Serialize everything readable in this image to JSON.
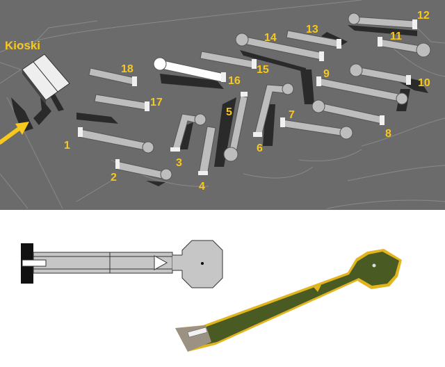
{
  "kiosk_label": "Kioski",
  "holes": [
    {
      "number": "1"
    },
    {
      "number": "2"
    },
    {
      "number": "3"
    },
    {
      "number": "4"
    },
    {
      "number": "5"
    },
    {
      "number": "6"
    },
    {
      "number": "7"
    },
    {
      "number": "8"
    },
    {
      "number": "9"
    },
    {
      "number": "10"
    },
    {
      "number": "11"
    },
    {
      "number": "12"
    },
    {
      "number": "13"
    },
    {
      "number": "14"
    },
    {
      "number": "15"
    },
    {
      "number": "16"
    },
    {
      "number": "17"
    },
    {
      "number": "18"
    }
  ],
  "colors": {
    "ground": "#6b6b6b",
    "lane": "#bdbdbd",
    "lane_edge": "#555555",
    "label": "#f7c81d",
    "arrow": "#f7c81d",
    "green": "#4a5a23",
    "green_border": "#e2b51e"
  }
}
